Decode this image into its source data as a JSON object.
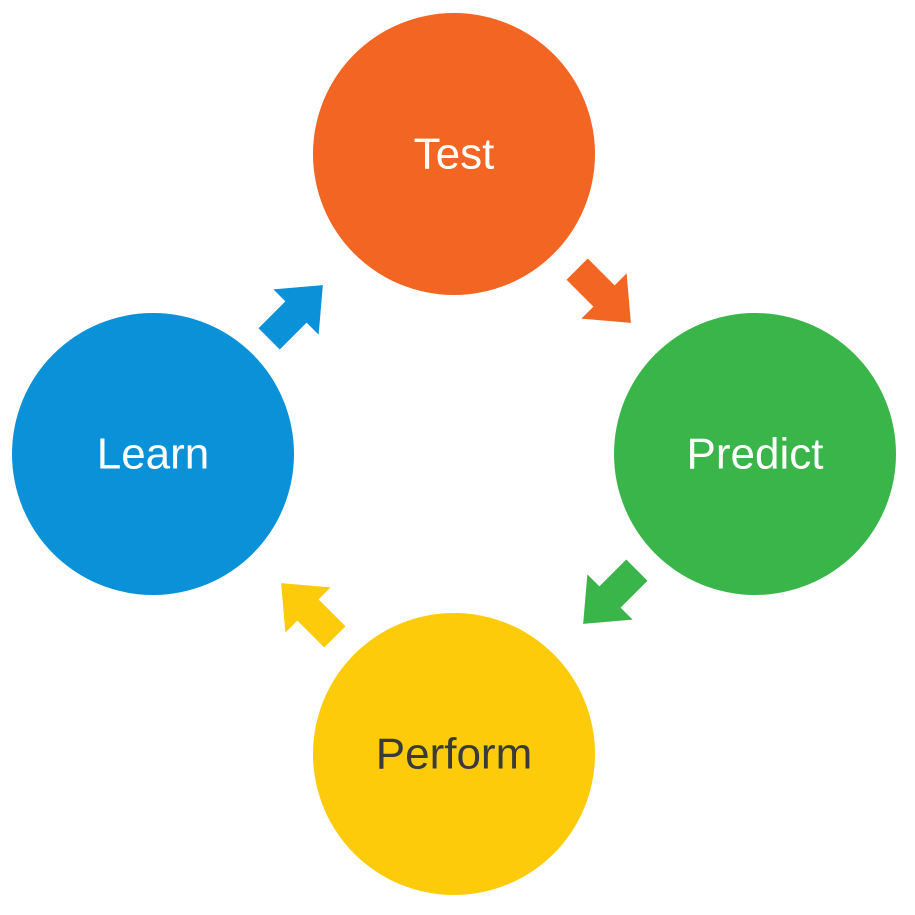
{
  "cycle": {
    "nodes": [
      {
        "id": "test",
        "label": "Test",
        "color": "#F26522",
        "text_color": "#FFFFFF"
      },
      {
        "id": "predict",
        "label": "Predict",
        "color": "#39B54A",
        "text_color": "#FFFFFF"
      },
      {
        "id": "perform",
        "label": "Perform",
        "color": "#FECB0A",
        "text_color": "#3A3A3A"
      },
      {
        "id": "learn",
        "label": "Learn",
        "color": "#0A91D8",
        "text_color": "#FFFFFF"
      }
    ],
    "arrows": [
      {
        "from": "test",
        "to": "predict",
        "color": "#F26522"
      },
      {
        "from": "predict",
        "to": "perform",
        "color": "#39B54A"
      },
      {
        "from": "perform",
        "to": "learn",
        "color": "#FECB0A"
      },
      {
        "from": "learn",
        "to": "test",
        "color": "#0A91D8"
      }
    ]
  }
}
